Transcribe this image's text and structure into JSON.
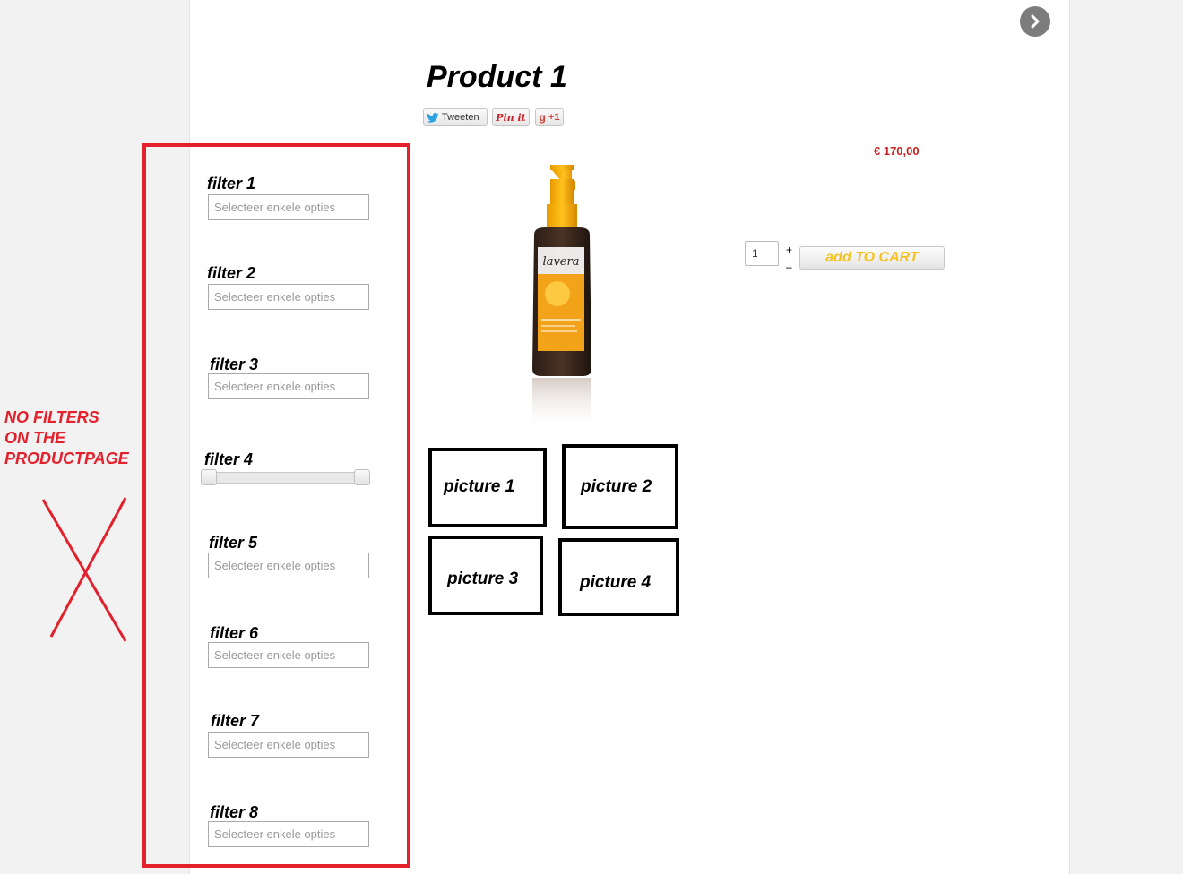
{
  "product": {
    "title": "Product 1",
    "price": "€ 170,00",
    "image_alt": "lavera sun spray bottle",
    "brand_text": "lavera"
  },
  "nav": {
    "next_icon": "chevron-right-icon"
  },
  "share": {
    "tweet_label": "Tweeten",
    "pin_label": "Pin it",
    "gplus_label": "+1",
    "gplus_icon": "g"
  },
  "filters": [
    {
      "label": "filter 1",
      "placeholder": "Selecteer enkele opties"
    },
    {
      "label": "filter 2",
      "placeholder": "Selecteer enkele opties"
    },
    {
      "label": "filter 3",
      "placeholder": "Selecteer enkele opties"
    },
    {
      "label": "filter 4",
      "type": "range-slider"
    },
    {
      "label": "filter 5",
      "placeholder": "Selecteer enkele opties"
    },
    {
      "label": "filter 6",
      "placeholder": "Selecteer enkele opties"
    },
    {
      "label": "filter 7",
      "placeholder": "Selecteer enkele opties"
    },
    {
      "label": "filter 8",
      "placeholder": "Selecteer enkele opties"
    }
  ],
  "cart": {
    "quantity": "1",
    "plus": "+",
    "minus": "–",
    "add_label": "add TO CART"
  },
  "pictures": [
    "picture 1",
    "picture 2",
    "picture 3",
    "picture 4"
  ],
  "annotation": {
    "lines": [
      "NO FILTERS",
      "ON THE",
      "PRODUCTPAGE"
    ],
    "color": "#e3202b"
  },
  "colors": {
    "price": "#cc1f1f",
    "add_to_cart_text": "#f7c21e",
    "annotation": "#e3202b"
  }
}
